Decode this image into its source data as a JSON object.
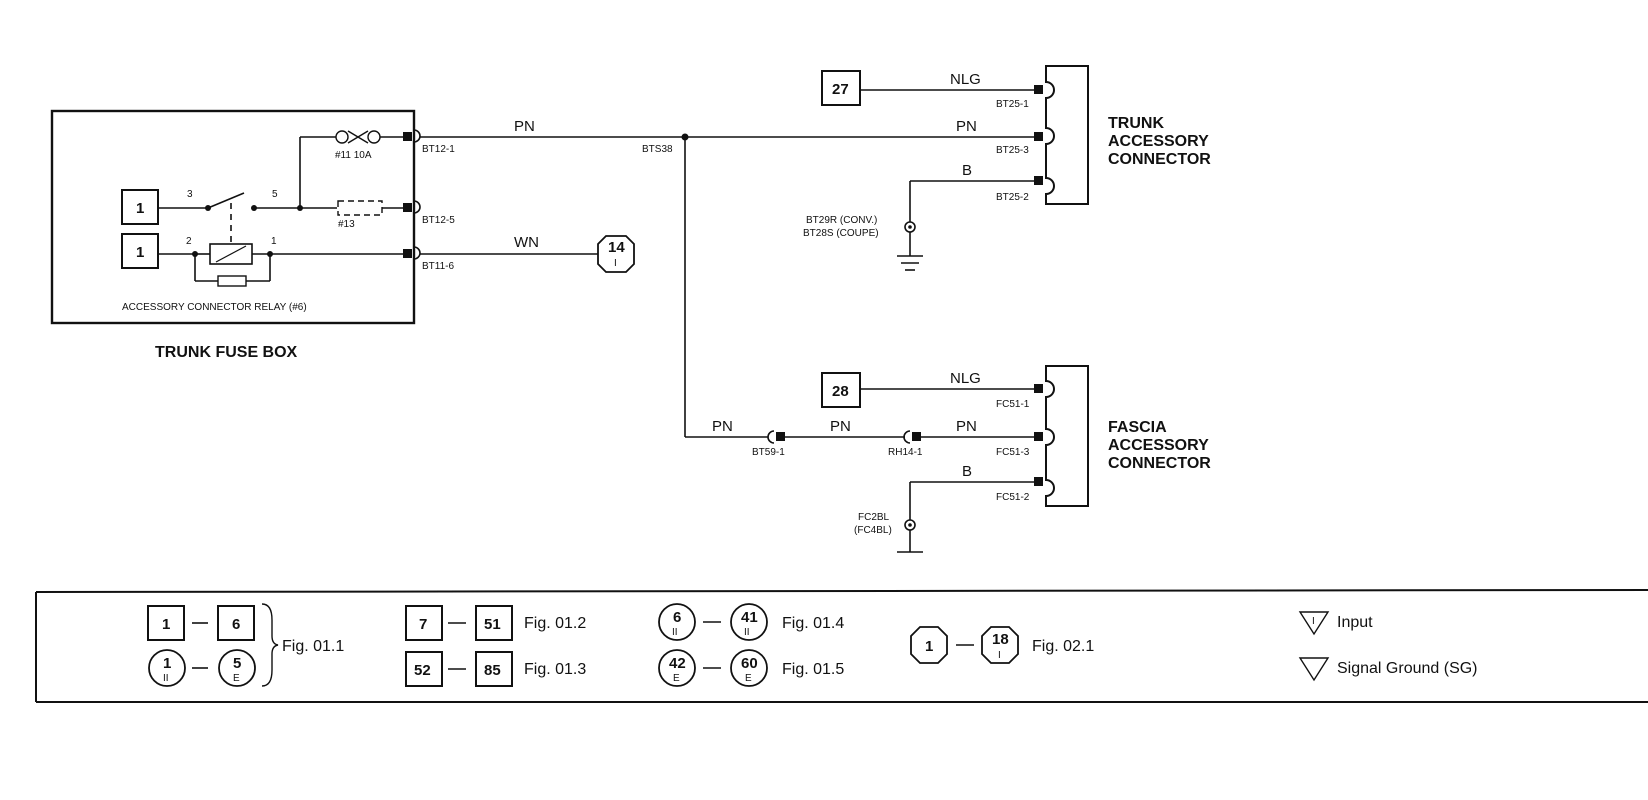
{
  "fuse_box": {
    "title": "TRUNK FUSE BOX",
    "relay_label": "ACCESSORY CONNECTOR RELAY (#6)",
    "fuse_11": "#11 10A",
    "fuse_13": "#13",
    "input_a": "1",
    "input_b": "1",
    "pin_3": "3",
    "pin_5": "5",
    "pin_2": "2",
    "pin_1": "1",
    "term_bt12_1": "BT12-1",
    "term_bt12_5": "BT12-5",
    "term_bt11_6": "BT11-6"
  },
  "wires": {
    "pn_main": "PN",
    "wn": "WN",
    "splice": "BTS38",
    "nlg_top": "NLG",
    "pn_top": "PN",
    "b_top": "B",
    "nlg_bot": "NLG",
    "pn_bot_a": "PN",
    "pn_bot_b": "PN",
    "pn_bot_c": "PN",
    "b_bot": "B"
  },
  "refs": {
    "ref14_num": "14",
    "ref14_sub": "I",
    "box27": "27",
    "box28": "28"
  },
  "trunk_connector": {
    "title_1": "TRUNK",
    "title_2": "ACCESSORY",
    "title_3": "CONNECTOR",
    "pin_1": "BT25-1",
    "pin_3": "BT25-3",
    "pin_2": "BT25-2",
    "ground_1": "BT29R (CONV.)",
    "ground_2": "BT28S (COUPE)"
  },
  "fascia_connector": {
    "title_1": "FASCIA",
    "title_2": "ACCESSORY",
    "title_3": "CONNECTOR",
    "pin_1": "FC51-1",
    "pin_3": "FC51-3",
    "pin_2": "FC51-2",
    "inline_1": "BT59-1",
    "inline_2": "RH14-1",
    "ground_1": "FC2BL",
    "ground_2": "(FC4BL)"
  },
  "legend": {
    "g1_box_a": "1",
    "g1_box_b": "6",
    "g1_circ_a": "1",
    "g1_circ_a_sub": "II",
    "g1_circ_b": "5",
    "g1_circ_b_sub": "E",
    "g1_fig": "Fig. 01.1",
    "g2_box_a": "7",
    "g2_box_b": "51",
    "g2_fig": "Fig. 01.2",
    "g3_box_a": "52",
    "g3_box_b": "85",
    "g3_fig": "Fig. 01.3",
    "g4_circ_a": "6",
    "g4_circ_a_sub": "II",
    "g4_circ_b": "41",
    "g4_circ_b_sub": "II",
    "g4_fig": "Fig. 01.4",
    "g5_circ_a": "42",
    "g5_circ_a_sub": "E",
    "g5_circ_b": "60",
    "g5_circ_b_sub": "E",
    "g5_fig": "Fig. 01.5",
    "g6_oct_a": "1",
    "g6_oct_b": "18",
    "g6_oct_b_sub": "I",
    "g6_fig": "Fig. 02.1",
    "input_label": "Input",
    "input_glyph": "I",
    "sg_label": "Signal Ground (SG)"
  }
}
